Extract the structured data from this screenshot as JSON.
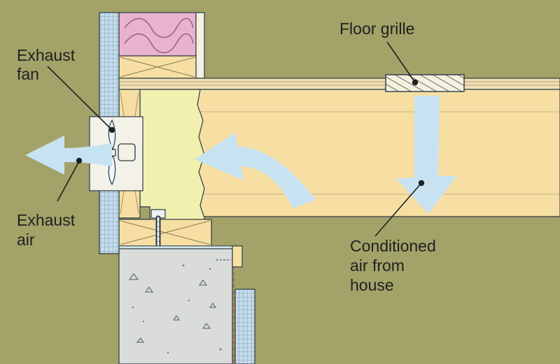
{
  "labels": {
    "exhaust_fan": [
      "Exhaust",
      "fan"
    ],
    "floor_grille": "Floor grille",
    "exhaust_air": [
      "Exhaust",
      "air"
    ],
    "conditioned_air": [
      "Conditioned",
      "air from",
      "house"
    ]
  },
  "colors": {
    "background": "#a3a268",
    "joist_wood": "#f7dfa3",
    "insulation_pink": "#e8b3ce",
    "spray_foam": "#f2f0ae",
    "airflow": "#c7e3f2",
    "wall_grid": "#b9d6e6",
    "concrete": "#d9dcd8",
    "outline": "#2b3a45"
  }
}
